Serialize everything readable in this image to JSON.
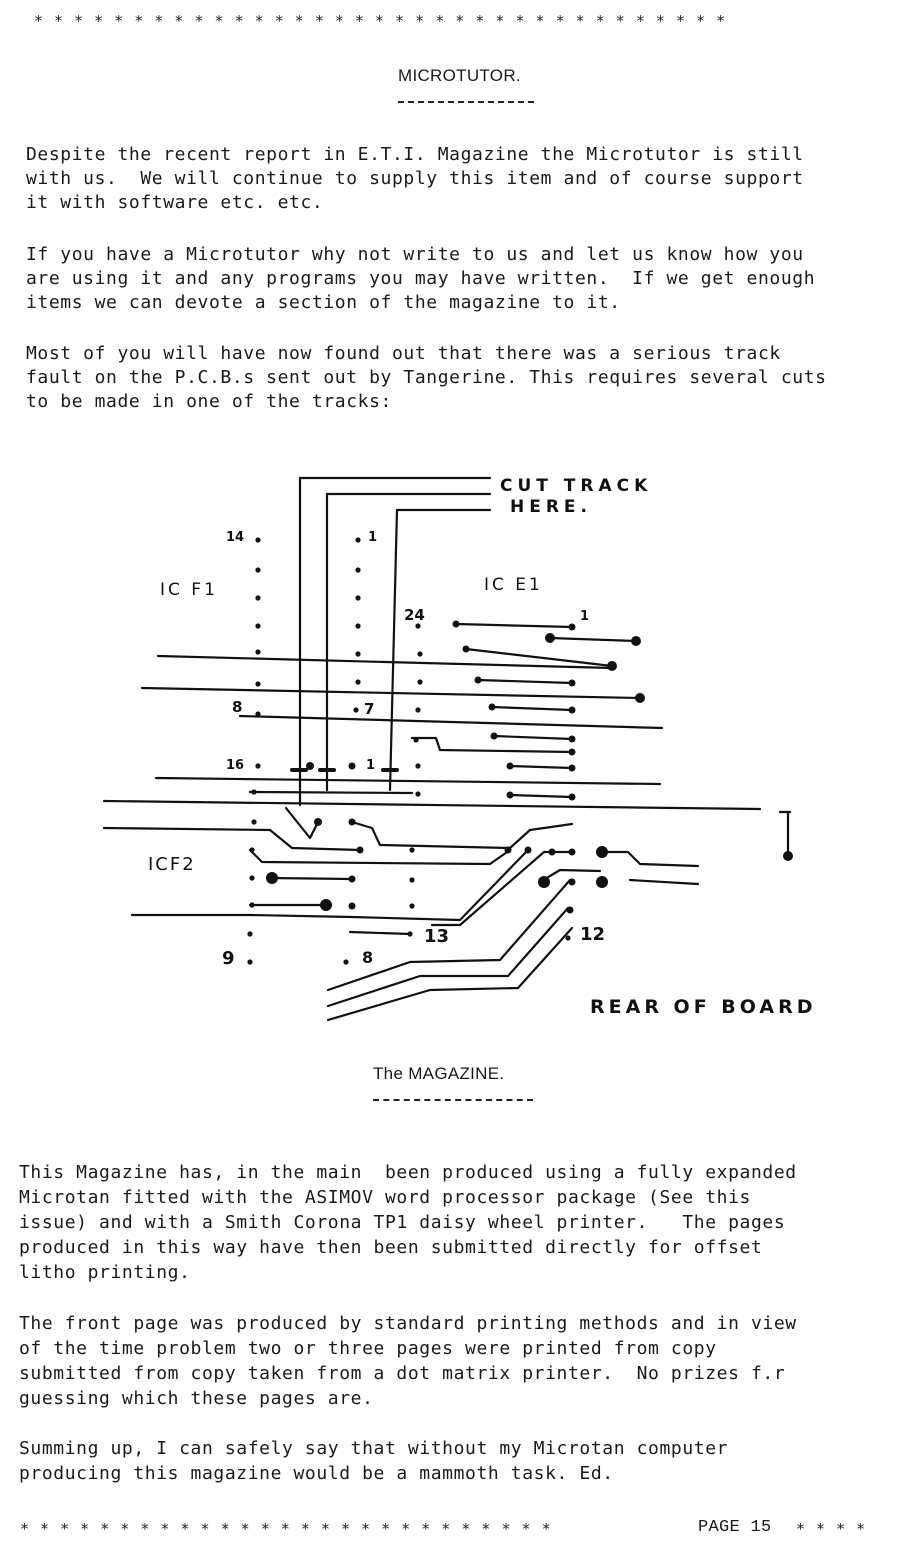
{
  "header_stars": "* * * * * * * * * * * * * * * * * * * * * * * * * * * * * * * * * * *",
  "section1": {
    "title": "MICROTUTOR.",
    "paragraphs": [
      [
        "Despite the recent report in E.T.I. Magazine the Microtutor is still",
        "with us.  We will continue to supply this item and of course support",
        "it with software etc. etc."
      ],
      [
        "If you have a Microtutor why not write to us and let us know how you",
        "are using it and any programs you may have written.  If we get enough",
        "items we can devote a section of the magazine to it."
      ],
      [
        "Most of you will have now found out that there was a serious track",
        "fault on the P.C.B.s sent out by Tangerine. This requires several cuts",
        "to be made in one of the tracks:"
      ]
    ]
  },
  "diagram": {
    "cut_track_line1": "CUT TRACK",
    "cut_track_line2": "HERE.",
    "ic_f1": "IC F1",
    "ic_e1": "IC E1",
    "ic_f2": "ICF2",
    "rear_of_board": "REAR OF BOARD",
    "pin_14": "14",
    "pin_1_top": "1",
    "pin_24": "24",
    "pin_1_e1": "1",
    "pin_8": "8",
    "pin_7": "7",
    "pin_16": "16",
    "pin_1_f2": "1",
    "pin_9": "9",
    "pin_8_f2": "8",
    "pin_13": "13",
    "pin_12": "12"
  },
  "section2": {
    "title": "The MAGAZINE.",
    "paragraphs": [
      [
        "This Magazine has, in the main  been produced using a fully expanded",
        "Microtan fitted with the ASIMOV word processor package (See this",
        "issue) and with a Smith Corona TP1 daisy wheel printer.   The pages",
        "produced in this way have then been submitted directly for offset",
        "litho printing."
      ],
      [
        "The front page was produced by standard printing methods and in view",
        "of the time problem two or three pages were printed from copy",
        "submitted from copy taken from a dot matrix printer.  No prizes f.r",
        "guessing which these pages are."
      ],
      [
        "Summing up, I can safely say that without my Microtan computer",
        "producing this magazine would be a mammoth task. Ed."
      ]
    ]
  },
  "footer": {
    "stars_left": "* * * * * * * * * * * * * * * * * * * * * * * * * * *",
    "page_label": "PAGE 15",
    "stars_right": "* * * *"
  }
}
